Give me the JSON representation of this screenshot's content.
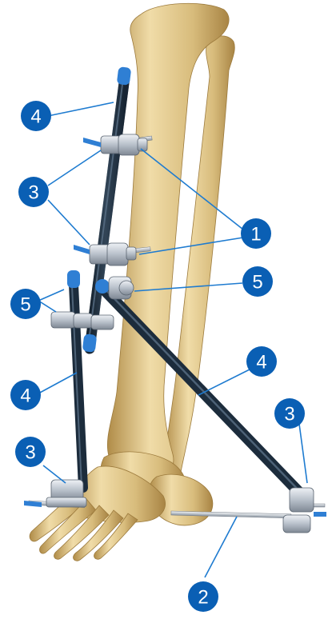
{
  "colors": {
    "badge": "#0a5fb4",
    "leader": "#1e7bd0",
    "rod": "#1c2c3c",
    "rod_highlight": "#4e6478",
    "bone": "#d8bc7c",
    "bone_shadow": "#b08c48",
    "bone_light": "#f0dca8",
    "clamp": "#c4cbd4",
    "clamp_dark": "#7f8894",
    "cap": "#2f7fd4"
  },
  "callouts": [
    {
      "id": "callout-4-top",
      "label": "4"
    },
    {
      "id": "callout-3-upper",
      "label": "3"
    },
    {
      "id": "callout-1",
      "label": "1"
    },
    {
      "id": "callout-5-right",
      "label": "5"
    },
    {
      "id": "callout-5-left",
      "label": "5"
    },
    {
      "id": "callout-4-mid-right",
      "label": "4"
    },
    {
      "id": "callout-4-lower-left",
      "label": "4"
    },
    {
      "id": "callout-3-right",
      "label": "3"
    },
    {
      "id": "callout-3-left",
      "label": "3"
    },
    {
      "id": "callout-2",
      "label": "2"
    }
  ]
}
